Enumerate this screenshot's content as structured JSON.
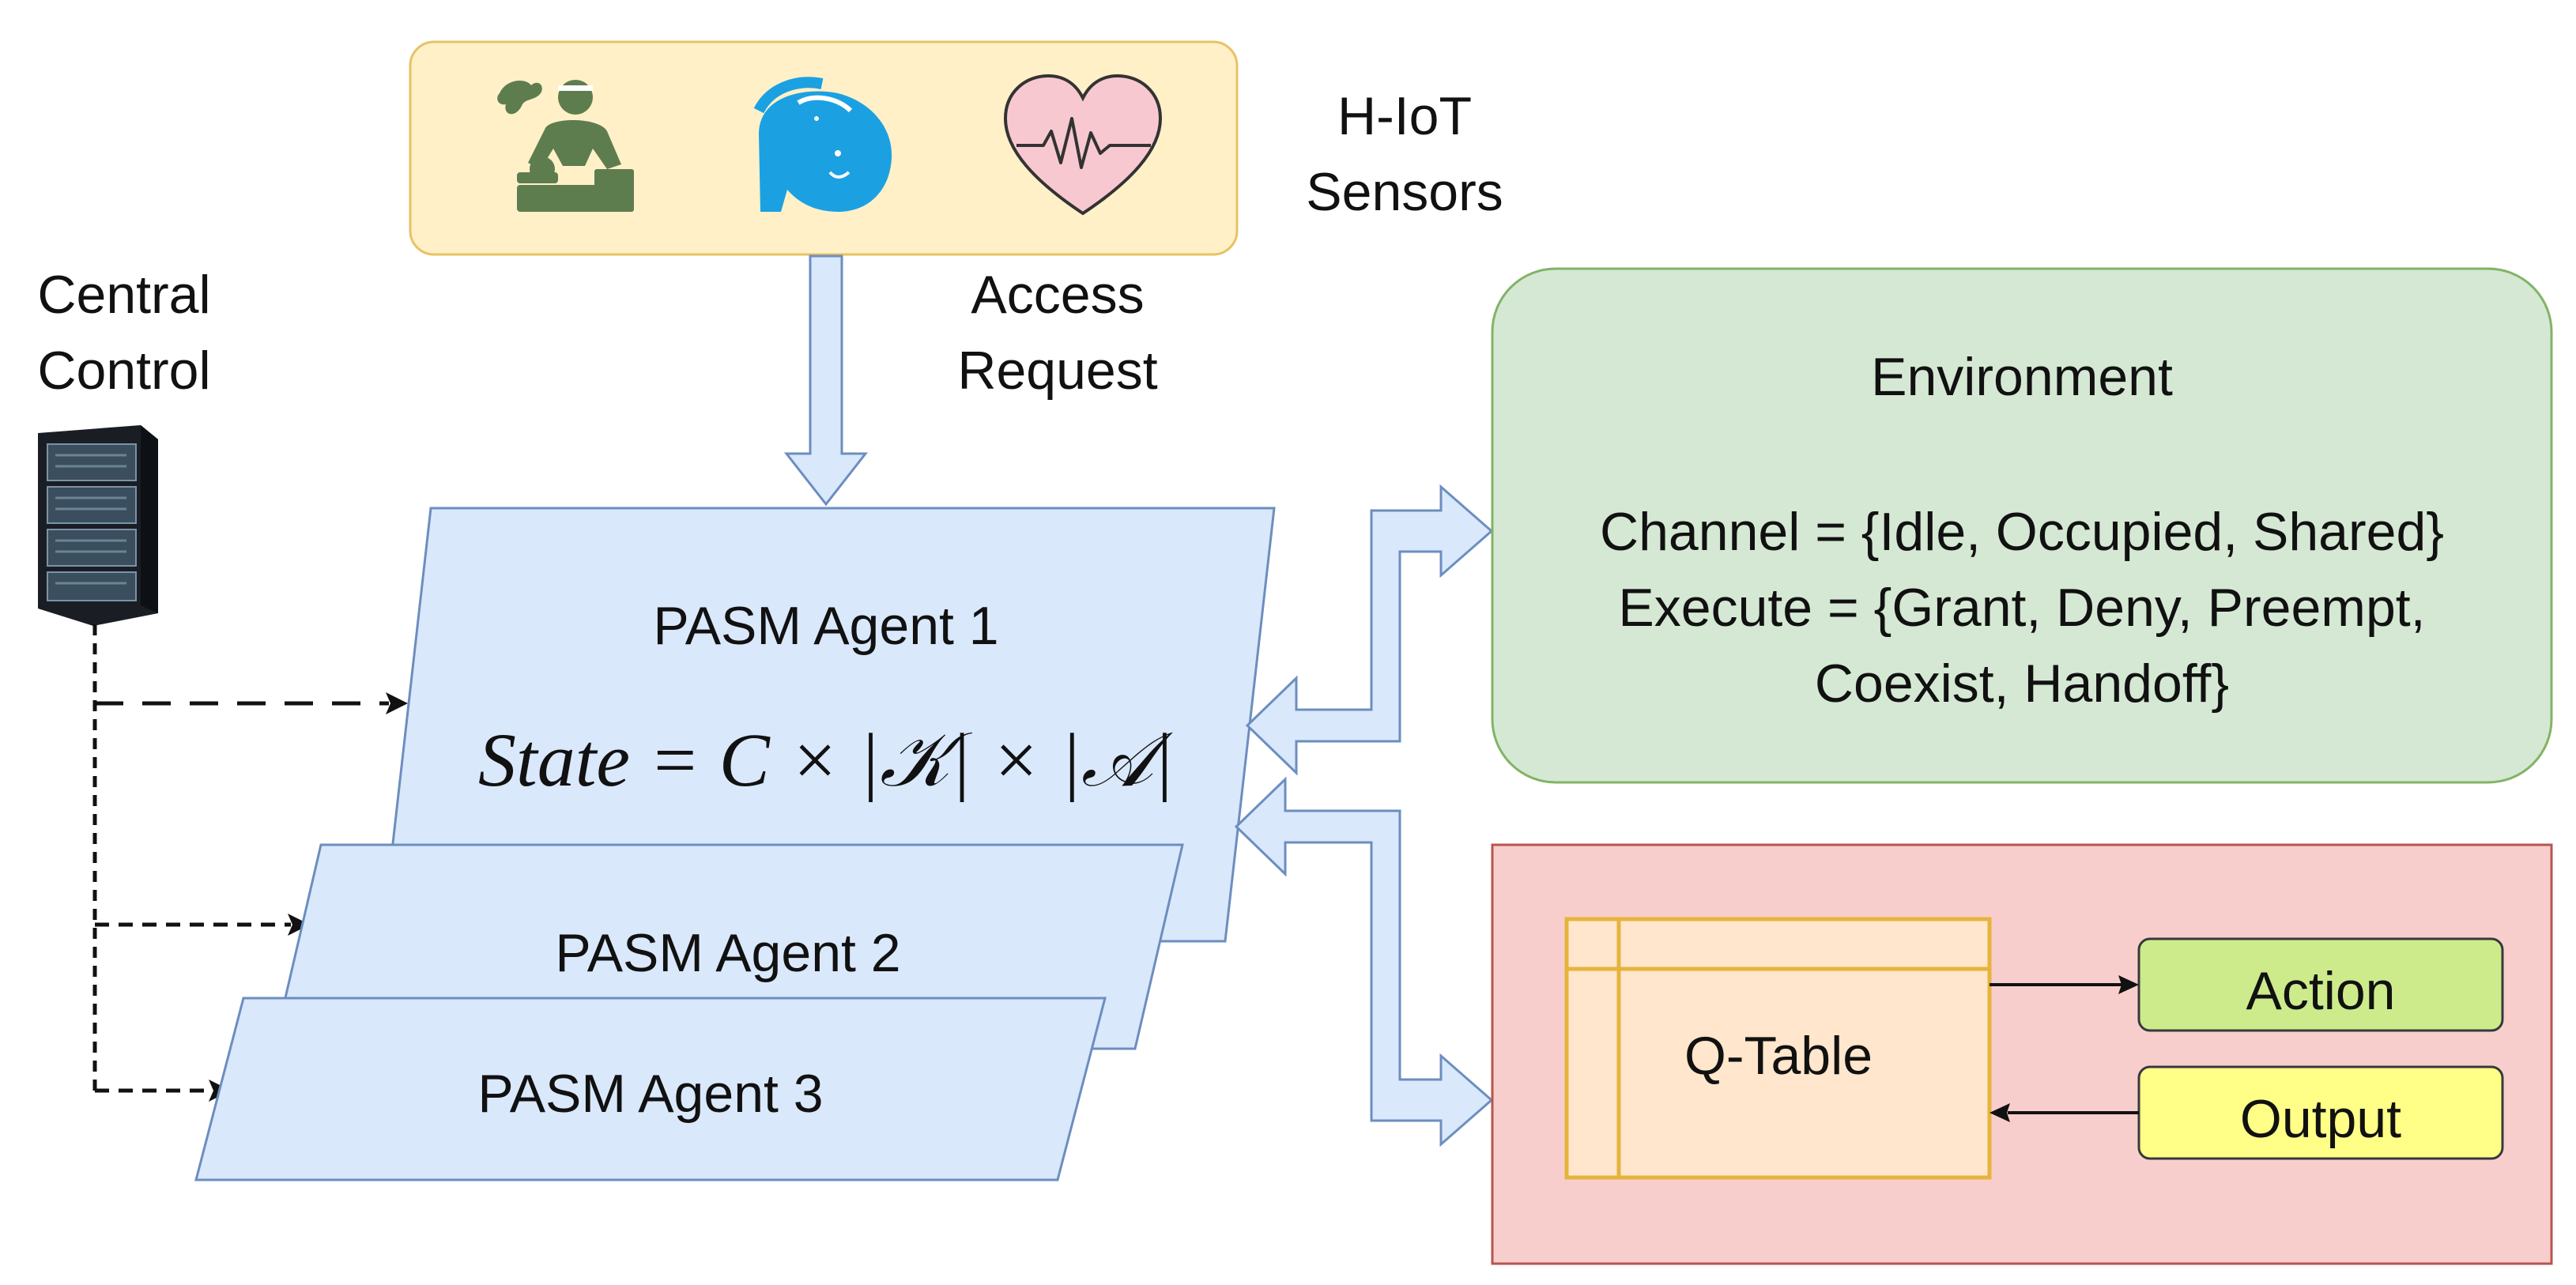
{
  "sensors": {
    "label_line1": "H-IoT",
    "label_line2": "Sensors",
    "icons": [
      "doctor-patient-icon",
      "medical-head-icon",
      "heartbeat-icon"
    ]
  },
  "access_request": {
    "line1": "Access",
    "line2": "Request"
  },
  "central_control": {
    "line1": "Central",
    "line2": "Control",
    "icon": "server-rack-icon"
  },
  "agents": [
    {
      "label": "PASM Agent 1",
      "formula": "State = C × |𝒦| × |𝒜|"
    },
    {
      "label": "PASM Agent 2"
    },
    {
      "label": "PASM Agent 3"
    }
  ],
  "environment": {
    "title": "Environment",
    "line1": "Channel = {Idle, Occupied, Shared}",
    "line2": "Execute = {Grant, Deny, Preempt,",
    "line3": "Coexist, Handoff}"
  },
  "qtable": {
    "label": "Q-Table",
    "action": "Action",
    "output": "Output"
  },
  "colors": {
    "sensor_fill": "#fff0c8",
    "sensor_stroke": "#e8c264",
    "agent_fill": "#dae8fc",
    "agent_stroke": "#6c8ebf",
    "env_fill": "#d5e8d4",
    "env_stroke": "#82b366",
    "rl_fill": "#f8cecc",
    "rl_stroke": "#b85450",
    "qtable_fill": "#ffe6cc",
    "qtable_stroke": "#e6b43c",
    "action_fill": "#cdeb8b",
    "output_fill": "#ffff88",
    "icon_green": "#5e7d4e",
    "icon_blue": "#1ba1e2",
    "heart_fill": "#f8c8d0"
  }
}
